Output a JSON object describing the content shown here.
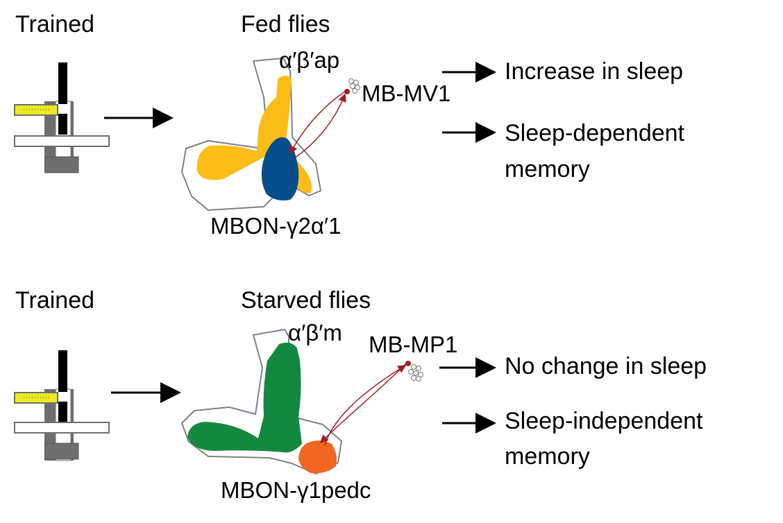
{
  "colors": {
    "ab_prime_ap_lobe": "#FBBD16",
    "ab_prime_m_lobe": "#13893F",
    "mbon_g2a1": "#064D8C",
    "mbon_g1pedc": "#F26522",
    "connection_arrow": "#A11F24",
    "mushroom_body_outline": "#7A8288",
    "apparatus_dark": "#6E6E6E",
    "apparatus_black": "#000000",
    "apparatus_yellow": "#EBEB1E"
  },
  "panels": [
    {
      "id": "fed",
      "trained_label": "Trained",
      "condition_label": "Fed flies",
      "lobe_label": "α′β′ap",
      "input_neuron_label": "MB-MV1",
      "output_neuron_label": "MBON-γ2α′1",
      "outcome_1": "Increase in sleep",
      "outcome_2_line1": "Sleep-dependent",
      "outcome_2_line2": "memory"
    },
    {
      "id": "starved",
      "trained_label": "Trained",
      "condition_label": "Starved flies",
      "lobe_label": "α′β′m",
      "input_neuron_label": "MB-MP1",
      "output_neuron_label": "MBON-γ1pedc",
      "outcome_1": "No change in sleep",
      "outcome_2_line1": "Sleep-independent",
      "outcome_2_line2": "memory"
    }
  ]
}
